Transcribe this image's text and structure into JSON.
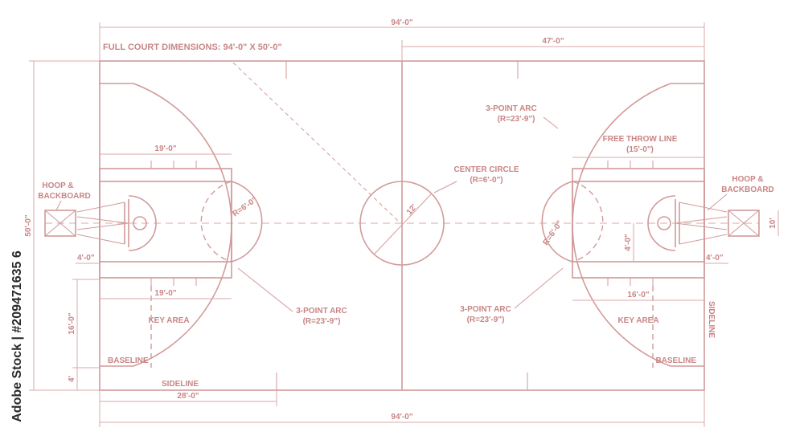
{
  "title": "FULL COURT DIMENSIONS: 94'-0\" X 50'-0\"",
  "dims": {
    "top_length": "94'-0\"",
    "half_length": "47'-0\"",
    "bottom_length": "94'-0\"",
    "width": "50'-0\"",
    "key_width_top": "19'-0\"",
    "key_width_bottom": "19'-0\"",
    "backboard_offset_left": "4'-0\"",
    "backboard_offset_right": "4'-0\"",
    "baseline_to_hash": "16'-0\"",
    "baseline_short": "4'",
    "sideline_28": "28'-0\"",
    "key_length_right": "16'-0\"",
    "hoop_to_key": "4'-0\"",
    "backboard_width": "10'",
    "center_diameter": "12'",
    "ft_radius_left": "R=6'-0\"",
    "ft_radius_right": "R=6'-0\""
  },
  "labels": {
    "hoop_left": [
      "HOOP &",
      "BACKBOARD"
    ],
    "hoop_right": [
      "HOOP &",
      "BACKBOARD"
    ],
    "key_left": "KEY AREA",
    "key_right": "KEY AREA",
    "baseline_left": "BASELINE",
    "baseline_right": "BASELINE",
    "sideline_bottom": "SIDELINE",
    "sideline_right": "SIDELINE",
    "center_circle": [
      "CENTER CIRCLE",
      "(R=6'-0\")"
    ],
    "three_pt_top": [
      "3-POINT ARC",
      "(R=23'-9\")"
    ],
    "three_pt_left": [
      "3-POINT ARC",
      "(R=23'-9\")"
    ],
    "three_pt_right": [
      "3-POINT ARC",
      "(R=23'-9\")"
    ],
    "free_throw": [
      "FREE THROW LINE",
      "(15'-0\")"
    ]
  },
  "watermark": "Adobe Stock | #209471635 6",
  "colors": {
    "line": "#d29a9a",
    "text": "#c98585"
  }
}
